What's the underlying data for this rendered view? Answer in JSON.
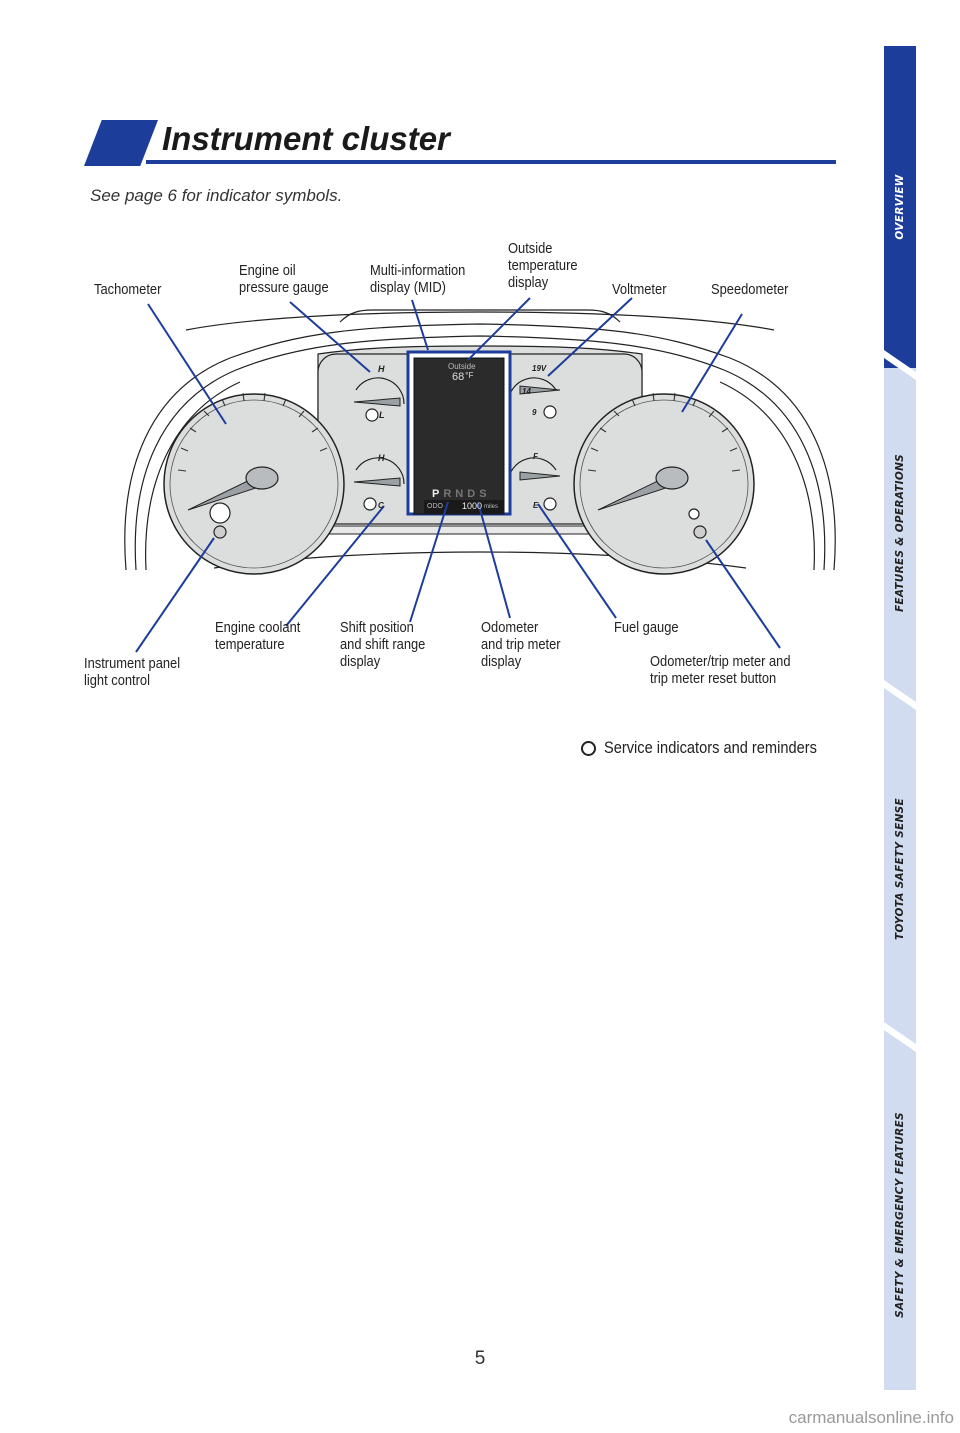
{
  "header": {
    "title": "Instrument cluster",
    "subtitle": "See page 6 for indicator symbols.",
    "accent_color": "#1d3d9a"
  },
  "side_tabs": [
    {
      "label": "OVERVIEW",
      "active": true
    },
    {
      "label": "FEATURES & OPERATIONS",
      "active": false
    },
    {
      "label": "TOYOTA SAFETY SENSE",
      "active": false
    },
    {
      "label": "SAFETY & EMERGENCY FEATURES",
      "active": false
    }
  ],
  "callouts": {
    "tachometer": "Tachometer",
    "oil_pressure_line1": "Engine oil",
    "oil_pressure_line2": "pressure gauge",
    "mid_line1": "Multi-information",
    "mid_line2": "display (MID)",
    "outside_temp_line1": "Outside",
    "outside_temp_line2": "temperature",
    "outside_temp_line3": "display",
    "voltmeter": "Voltmeter",
    "speedometer": "Speedometer",
    "panel_light_line1": "Instrument panel",
    "panel_light_line2": "light control",
    "coolant_line1": "Engine coolant",
    "coolant_line2": "temperature",
    "shift_line1": "Shift position",
    "shift_line2": "and shift range",
    "shift_line3": "display",
    "odometer_line1": "Odometer",
    "odometer_line2": "and trip meter",
    "odometer_line3": "display",
    "fuel_gauge": "Fuel gauge",
    "reset_line1": "Odometer/trip meter and",
    "reset_line2": "trip meter reset button"
  },
  "cluster_display": {
    "outside_label": "Outside",
    "outside_temp": "68",
    "outside_unit": "°F",
    "shift_letters": [
      "P",
      "R",
      "N",
      "D",
      "S"
    ],
    "odo_label": "ODO",
    "odo_value": "1000",
    "odo_unit": "miles",
    "volt_top": "19V",
    "volt_mid": "14",
    "volt_low": "9",
    "oil_high": "H",
    "oil_low": "L",
    "coolant_high": "H",
    "coolant_low": "C",
    "fuel_full": "F",
    "fuel_empty": "E"
  },
  "legend": {
    "text": "Service indicators and reminders"
  },
  "footer": {
    "page_number": "5",
    "watermark": "carmanualsonline.info"
  }
}
